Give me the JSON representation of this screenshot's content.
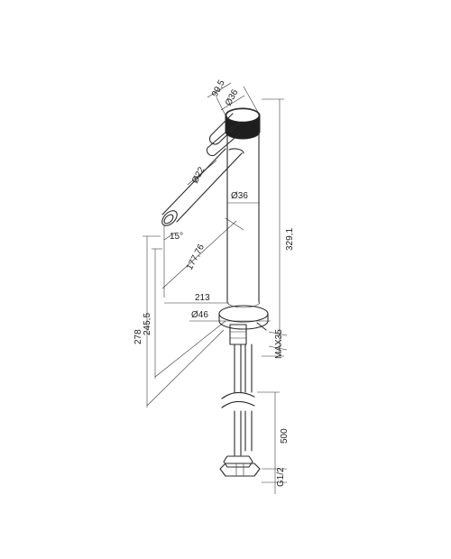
{
  "dimensions": {
    "top_offset": "99,5",
    "handle_diameter": "Ø36",
    "spout_diameter": "Ø22",
    "body_diameter": "Ø36",
    "spout_angle": "15°",
    "spout_reach": "177,76",
    "total_height": "329,1",
    "projection": "213",
    "base_diameter": "Ø46",
    "outlet_height_a": "245,5",
    "outlet_height_b": "278",
    "deck_thickness": "MAX35",
    "hose_length": "500",
    "thread": "G1/2"
  }
}
